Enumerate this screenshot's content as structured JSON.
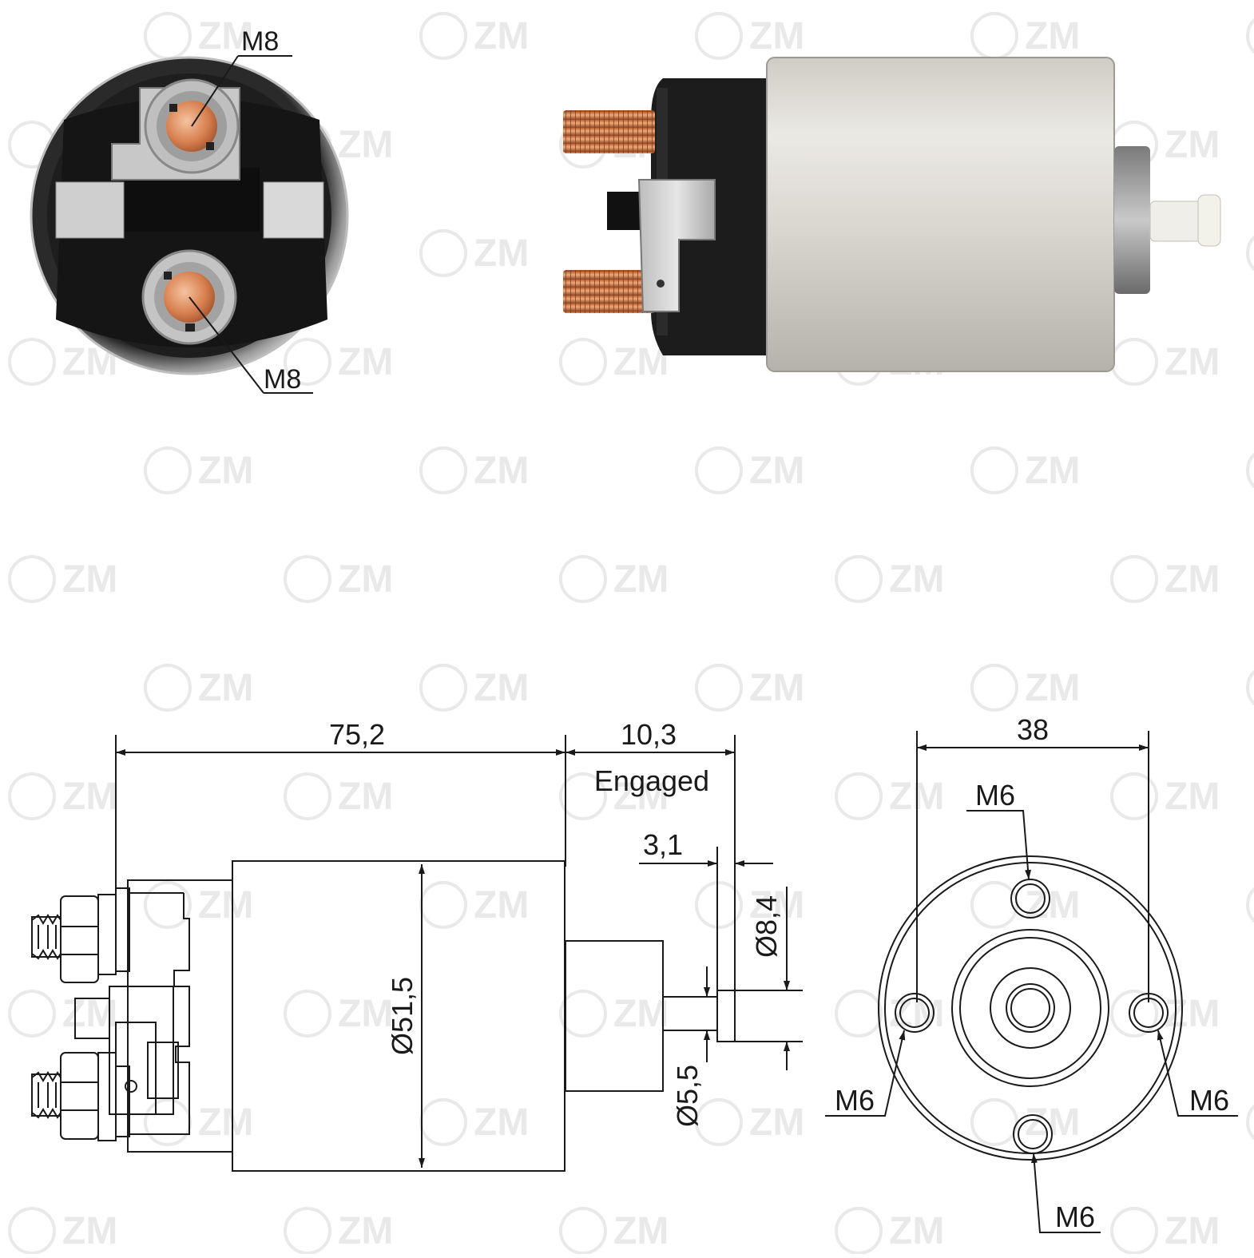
{
  "watermark": {
    "text": "ZM",
    "color": "#e9e9e9"
  },
  "photo_end_view": {
    "callouts": [
      {
        "label": "M8"
      },
      {
        "label": "M8"
      }
    ]
  },
  "drawing_side_view": {
    "dims": {
      "overall_length": "75,2",
      "stroke": "10,3",
      "stroke_note": "Engaged",
      "plunger_tip": "3,1",
      "tip_diameter": "Ø8,4",
      "shaft_diameter": "Ø5,5",
      "body_diameter": "Ø51,5"
    }
  },
  "drawing_end_view": {
    "dims": {
      "hole_spacing": "38"
    },
    "hole_labels": {
      "top": "M6",
      "left": "M6",
      "right": "M6",
      "bottom": "M6"
    }
  },
  "colors": {
    "line": "#1a1a1a",
    "copper": "#d77f4f",
    "housing_silver": "#d9d6cf",
    "cap_black": "#1c1c1c"
  }
}
